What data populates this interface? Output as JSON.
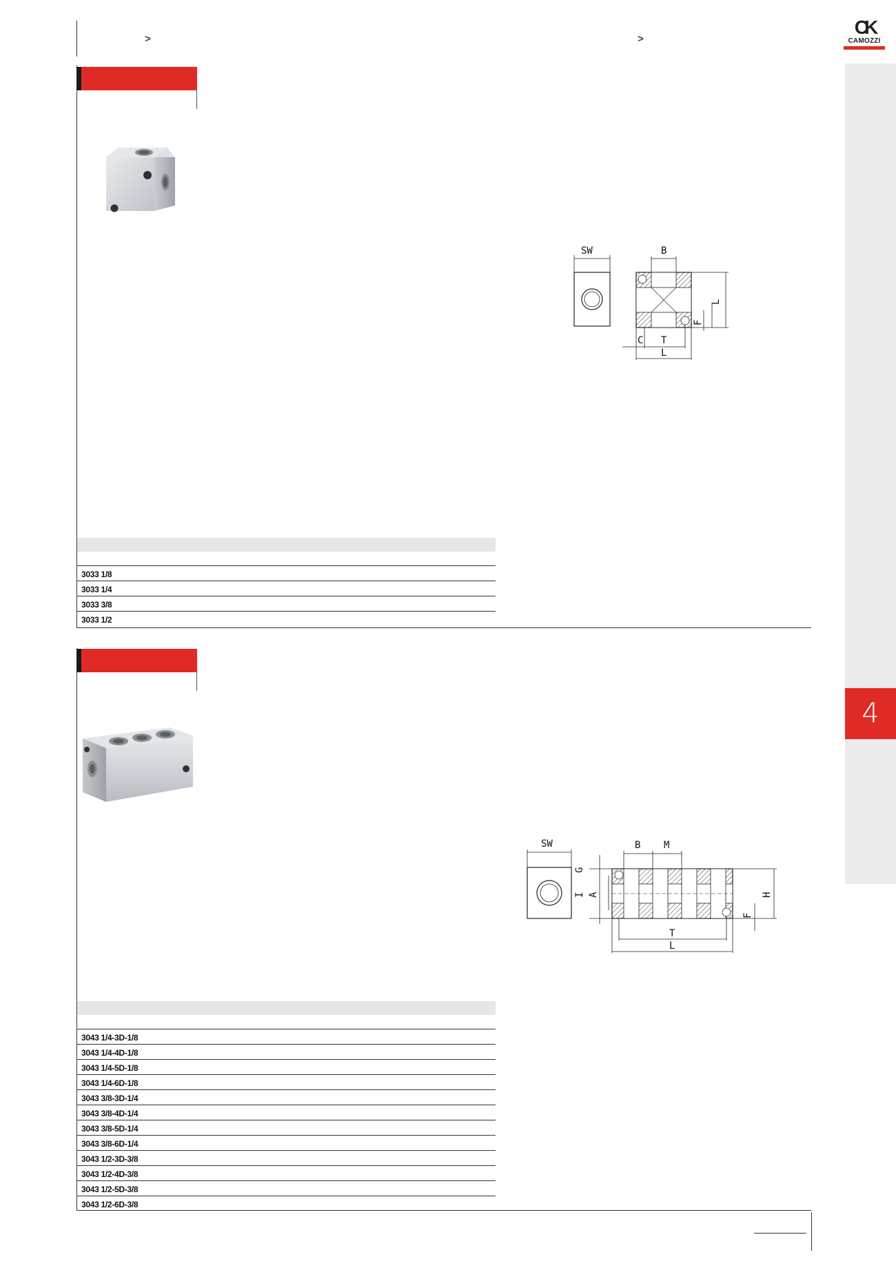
{
  "header": {
    "breadcrumb_left_sep": ">",
    "breadcrumb_right_sep": ">",
    "logo": {
      "mark": "CK",
      "word": "CAMOZZI",
      "brand_color": "#e02a25"
    }
  },
  "side_tab": {
    "chapter_number": "4",
    "accent_color": "#e02a25"
  },
  "sections": [
    {
      "id": "3033",
      "image": "cross-block-photo",
      "drawing_labels": {
        "sw": "SW",
        "b": "B",
        "l_vert": "L",
        "f": "F",
        "c": "C",
        "t": "T",
        "l_horz": "L"
      },
      "table_rows": [
        "3033 1/8",
        "3033 1/4",
        "3033 3/8",
        "3033 1/2"
      ]
    },
    {
      "id": "3043",
      "image": "manifold-block-photo",
      "drawing_labels": {
        "sw": "SW",
        "b": "B",
        "m": "M",
        "g": "G",
        "i": "I",
        "a": "A",
        "h": "H",
        "f": "F",
        "t": "T",
        "l": "L"
      },
      "table_rows": [
        "3043 1/4-3D-1/8",
        "3043 1/4-4D-1/8",
        "3043 1/4-5D-1/8",
        "3043 1/4-6D-1/8",
        "3043 3/8-3D-1/4",
        "3043 3/8-4D-1/4",
        "3043 3/8-5D-1/4",
        "3043 3/8-6D-1/4",
        "3043 1/2-3D-3/8",
        "3043 1/2-4D-3/8",
        "3043 1/2-5D-3/8",
        "3043 1/2-6D-3/8"
      ]
    }
  ]
}
